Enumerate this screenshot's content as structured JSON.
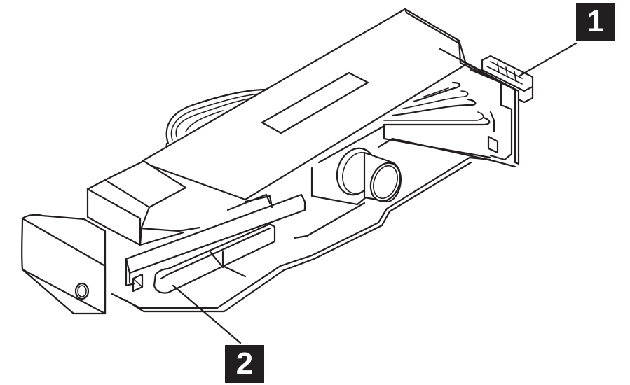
{
  "figure": {
    "description": "Line-art illustration of a drive backplane/tray assembly with cable connector and bracket",
    "line_color": "#231f20",
    "background": "#ffffff"
  },
  "callouts": [
    {
      "id": "1",
      "label": "1",
      "points_to": "cable connector at rear of assembly"
    },
    {
      "id": "2",
      "label": "2",
      "points_to": "release latch/slot at front of assembly"
    }
  ]
}
